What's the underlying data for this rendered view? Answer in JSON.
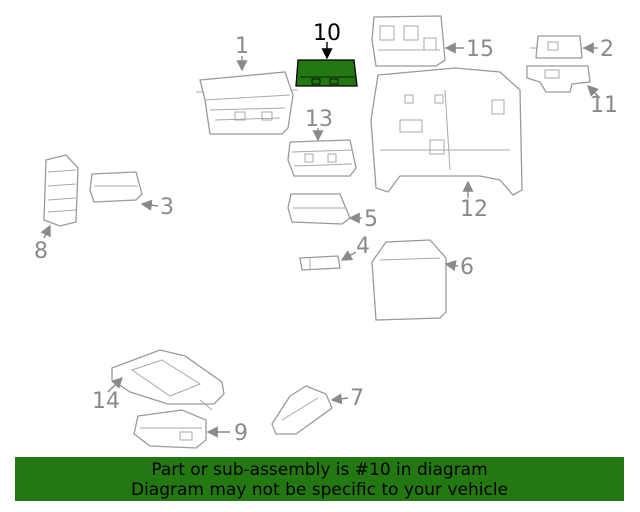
{
  "callouts": {
    "c1": "1",
    "c2": "2",
    "c3": "3",
    "c4": "4",
    "c5": "5",
    "c6": "6",
    "c7": "7",
    "c8": "8",
    "c9": "9",
    "c10": "10",
    "c11": "11",
    "c12": "12",
    "c13": "13",
    "c14": "14",
    "c15": "15"
  },
  "highlight_part": "10",
  "colors": {
    "highlight": "#237812",
    "banner": "#237812",
    "line": "#9a9a9a",
    "label": "#8a8a8a"
  },
  "banner": {
    "line1": "Part or sub-assembly is #10 in diagram",
    "line2": "Diagram may not be specific to your vehicle"
  }
}
